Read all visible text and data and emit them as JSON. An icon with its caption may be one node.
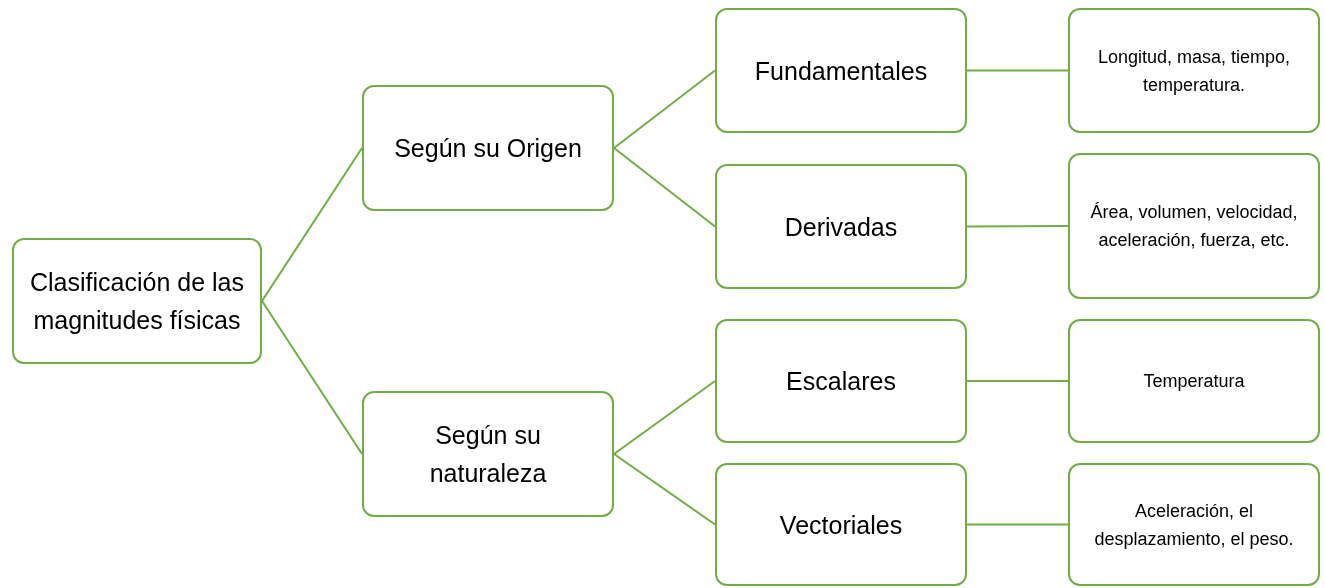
{
  "diagram": {
    "nodes": [
      {
        "text": [
          "Clasificación de las magnitudes físicas"
        ]
      },
      {
        "text": [
          "Según su Origen"
        ]
      },
      {
        "text": [
          "Según su naturaleza"
        ]
      },
      {
        "text": [
          "Fundamentales"
        ]
      },
      {
        "text": [
          "Derivadas"
        ]
      },
      {
        "text": [
          "Escalares"
        ]
      },
      {
        "text": [
          "Vectoriales"
        ]
      },
      {
        "text": [
          "Longitud, masa, tiempo, temperatura."
        ]
      },
      {
        "text": [
          "Área, volumen, velocidad, aceleración, fuerza, etc."
        ]
      },
      {
        "text": [
          "Temperatura"
        ]
      },
      {
        "text": [
          "Aceleración, el desplazamiento, el peso."
        ]
      }
    ],
    "edges": [
      {
        "from": 0,
        "to": 1,
        "arrow": "none"
      },
      {
        "from": 0,
        "to": 2,
        "arrow": "none"
      },
      {
        "from": 1,
        "to": 3,
        "arrow": "none"
      },
      {
        "from": 1,
        "to": 4,
        "arrow": "none"
      },
      {
        "from": 2,
        "to": 5,
        "arrow": "none"
      },
      {
        "from": 2,
        "to": 6,
        "arrow": "none"
      },
      {
        "from": 3,
        "to": 7,
        "arrow": "none"
      },
      {
        "from": 4,
        "to": 8,
        "arrow": "none"
      },
      {
        "from": 5,
        "to": 9,
        "arrow": "none"
      },
      {
        "from": 6,
        "to": 10,
        "arrow": "none"
      }
    ]
  }
}
